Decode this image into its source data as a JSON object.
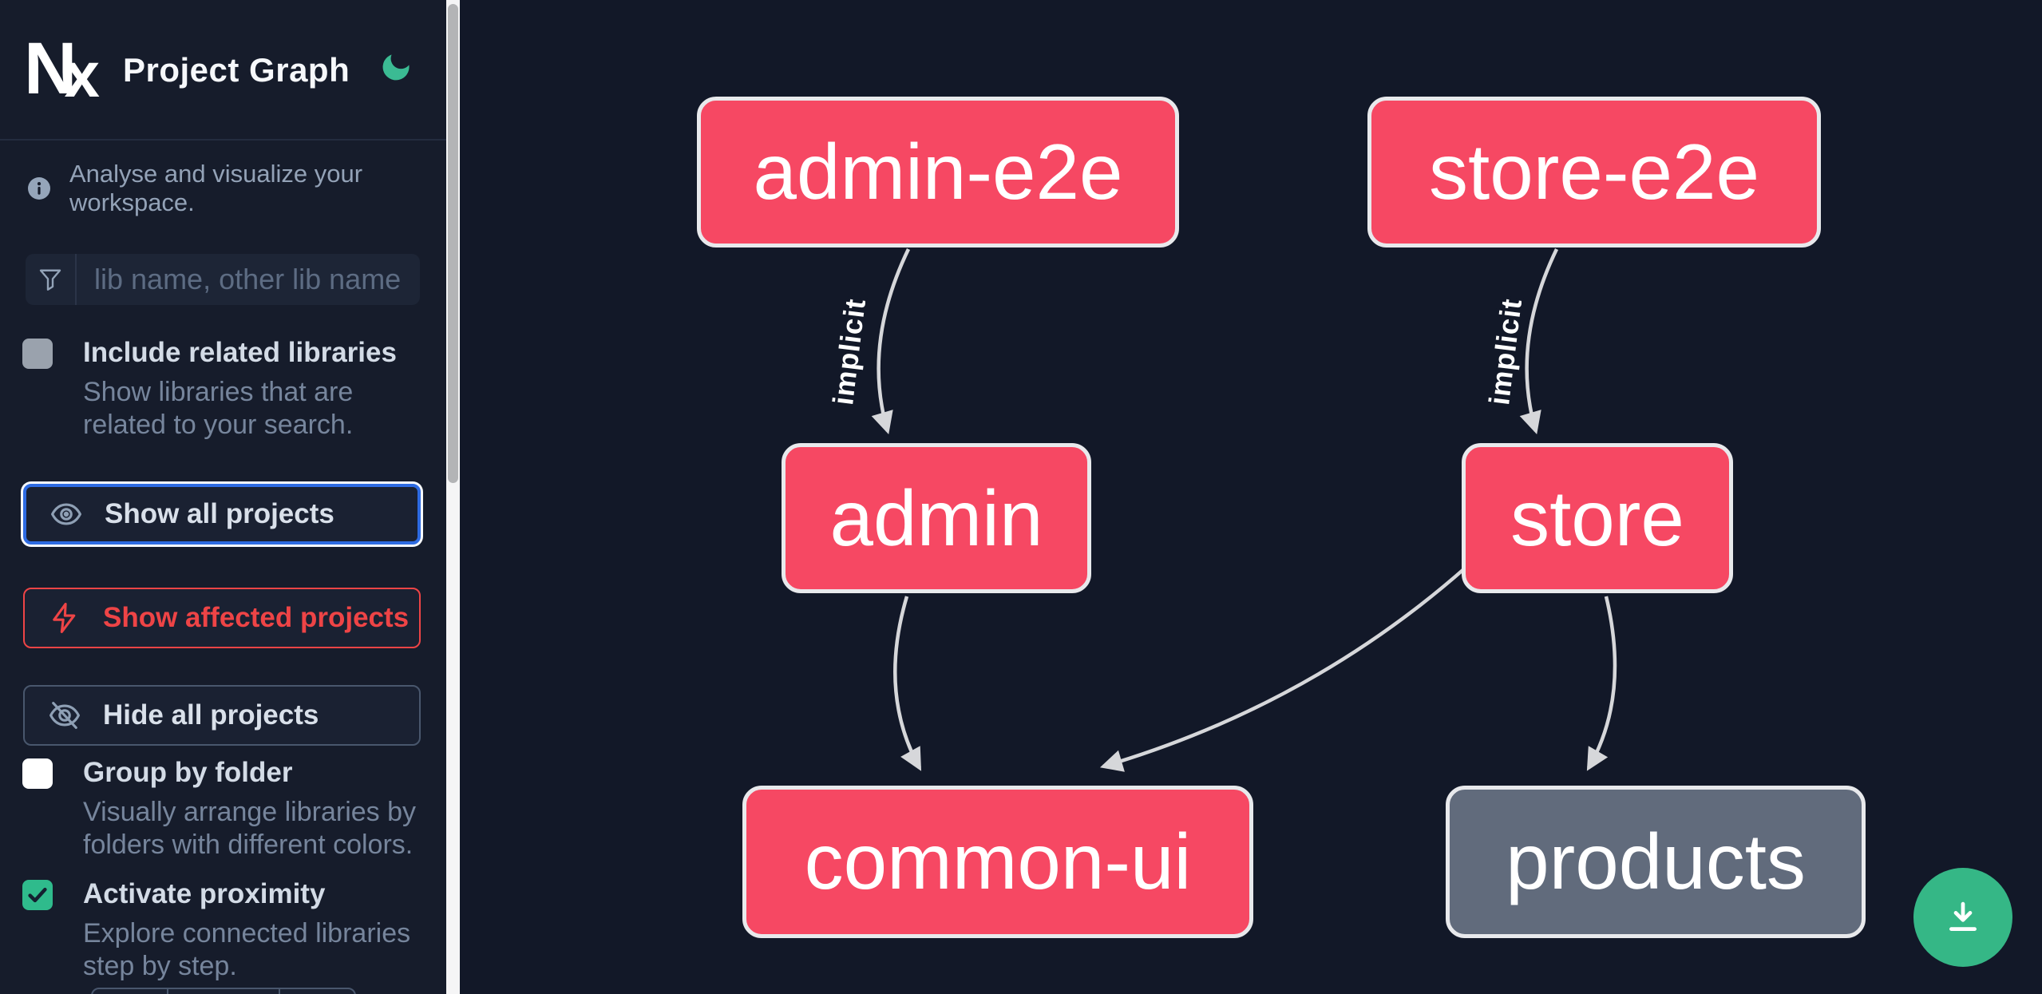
{
  "app": {
    "logo_text_n": "N",
    "logo_text_x": "x",
    "title": "Project Graph"
  },
  "sidebar": {
    "tagline": "Analyse and visualize your workspace.",
    "search_placeholder": "lib name, other lib name",
    "toggles": [
      {
        "label": "Include related libraries",
        "description": "Show libraries that are related to your search.",
        "checked": false
      },
      {
        "label": "Group by folder",
        "description": "Visually arrange libraries by folders with different colors.",
        "checked": false
      },
      {
        "label": "Activate proximity",
        "description": "Explore connected libraries step by step.",
        "checked": true
      }
    ],
    "buttons": [
      {
        "label": "Show all projects",
        "icon": "eye-icon",
        "state": "focused"
      },
      {
        "label": "Show affected projects",
        "icon": "bolt-icon",
        "state": "affected"
      },
      {
        "label": "Hide all projects",
        "icon": "eye-off-icon",
        "state": "default"
      }
    ]
  },
  "graph": {
    "nodes": [
      {
        "name": "admin-e2e",
        "color": "#f64863"
      },
      {
        "name": "store-e2e",
        "color": "#f64863"
      },
      {
        "name": "admin",
        "color": "#f64863"
      },
      {
        "name": "store",
        "color": "#f64863"
      },
      {
        "name": "common-ui",
        "color": "#f64863"
      },
      {
        "name": "products",
        "color": "#616b7c"
      }
    ],
    "edges": [
      {
        "from": "admin-e2e",
        "to": "admin",
        "label": "implicit"
      },
      {
        "from": "store-e2e",
        "to": "store",
        "label": "implicit"
      },
      {
        "from": "admin",
        "to": "common-ui",
        "label": ""
      },
      {
        "from": "store",
        "to": "common-ui",
        "label": ""
      },
      {
        "from": "store",
        "to": "products",
        "label": ""
      }
    ]
  },
  "fab": {
    "icon": "download-icon"
  },
  "colors": {
    "node_pink": "#f64863",
    "node_gray": "#616b7c",
    "accent_green": "#35b786",
    "focus_blue": "#2e6be2",
    "affected_red": "#ee4446",
    "edge_gray": "#d6d7da"
  }
}
